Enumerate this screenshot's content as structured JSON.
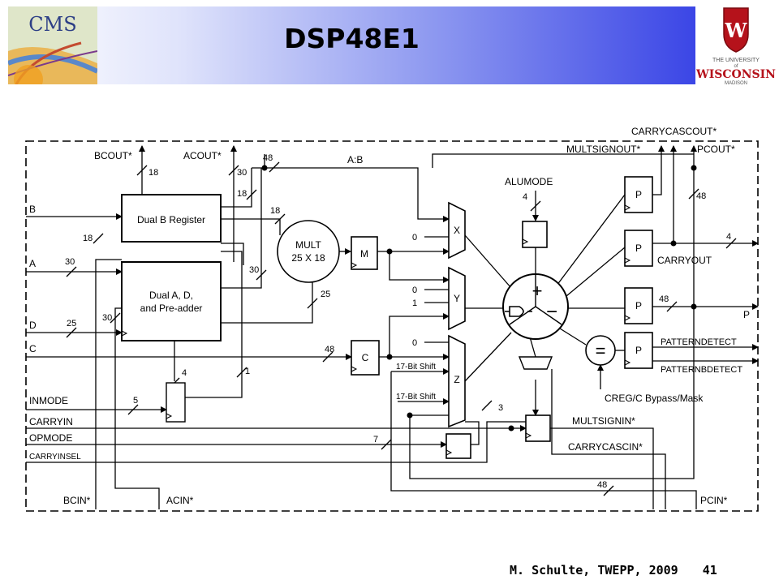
{
  "slide": {
    "title": "DSP48E1",
    "footer_credit": "M. Schulte, TWEPP, 2009",
    "page_number": "41"
  },
  "logos": {
    "cms_text": "CMS",
    "uw_line1": "THE UNIVERSITY",
    "uw_line2": "of",
    "uw_line3": "WISCONSIN",
    "uw_line4": "MADISON"
  },
  "diagram": {
    "blocks": {
      "dual_b": "Dual B Register",
      "dual_ad_l1": "Dual A, D,",
      "dual_ad_l2": "and Pre-adder",
      "mult_l1": "MULT",
      "mult_l2": "25 X 18",
      "m_reg": "M",
      "c_reg": "C",
      "mux_x": "X",
      "mux_y": "Y",
      "mux_z": "Z",
      "p_reg": "P",
      "equals": "="
    },
    "inputs": {
      "b": "B",
      "a": "A",
      "d": "D",
      "c": "C",
      "inmode": "INMODE",
      "carryin": "CARRYIN",
      "opmode": "OPMODE",
      "carryinsel": "CARRYINSEL",
      "bcin": "BCIN*",
      "acin": "ACIN*",
      "pcin": "PCIN*"
    },
    "outputs": {
      "bcout": "BCOUT*",
      "acout": "ACOUT*",
      "carrycascout": "CARRYCASCOUT*",
      "multsignout": "MULTSIGNOUT*",
      "pcout": "PCOUT*",
      "carryout": "CARRYOUT",
      "p": "P",
      "patterndetect": "PATTERNDETECT",
      "patternbdetect": "PATTERNBDETECT"
    },
    "labels": {
      "ab": "A:B",
      "alumode": "ALUMODE",
      "shift1": "17-Bit Shift",
      "shift2": "17-Bit Shift",
      "creg_bypass": "CREG/C Bypass/Mask",
      "multsignin": "MULTSIGNIN*",
      "carrycascin": "CARRYCASCIN*",
      "zero_x": "0",
      "zero_y": "0",
      "one_y": "1",
      "zero_z": "0"
    },
    "bus_widths": {
      "bcout": "18",
      "acout": "30",
      "ab": "48",
      "b_to_mult": "18",
      "b_to_ab": "18",
      "b_in": "18",
      "a_in": "30",
      "a_to_mult": "30",
      "d_in": "25",
      "acin": "30",
      "preadd_to_mult": "25",
      "c_in": "48",
      "inmode_out": "4",
      "inmode_in": "5",
      "inmode_b": "1",
      "alumode": "4",
      "pcout": "48",
      "carryout": "4",
      "p": "48",
      "carryinsel": "3",
      "opmode": "7",
      "pcin": "48"
    }
  }
}
